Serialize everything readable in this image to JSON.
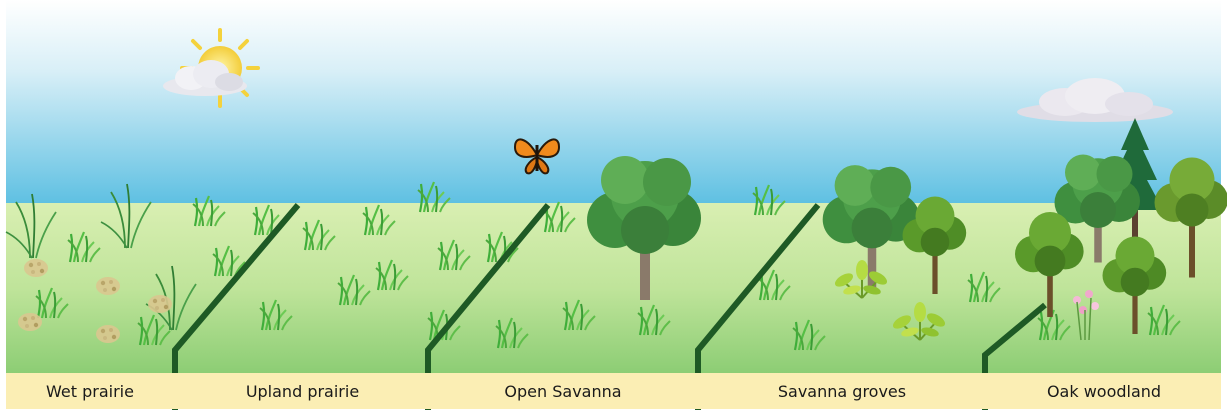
{
  "zones": [
    {
      "label": "Wet prairie"
    },
    {
      "label": "Upland prairie"
    },
    {
      "label": "Open Savanna"
    },
    {
      "label": "Savanna groves"
    },
    {
      "label": "Oak woodland"
    }
  ],
  "colors": {
    "sky_top": "#ffffff",
    "sky_bottom": "#5dbfe0",
    "grass_light": "#cfeaa6",
    "grass_dark": "#8fcf77",
    "divider": "#1e5a25",
    "label_bar": "#fbeeb4"
  },
  "icons": [
    "sun-icon",
    "cloud-icon",
    "butterfly-icon",
    "tree-icon",
    "grass-tuft-icon",
    "shrub-icon"
  ]
}
